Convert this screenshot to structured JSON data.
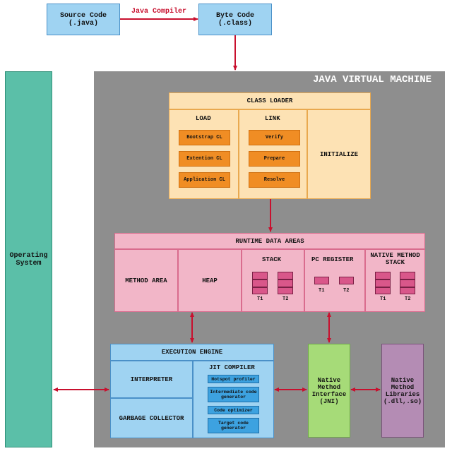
{
  "source_code": "Source Code\n(.java)",
  "compiler": "Java Compiler",
  "byte_code": "Byte Code\n(.class)",
  "jvm_title": "JAVA VIRTUAL MACHINE",
  "os": "Operating\nSystem",
  "class_loader": {
    "title": "CLASS LOADER",
    "load": "LOAD",
    "link": "LINK",
    "initialize": "INITIALIZE",
    "load_items": [
      "Bootstrap CL",
      "Extention CL",
      "Application CL"
    ],
    "link_items": [
      "Verify",
      "Prepare",
      "Resolve"
    ]
  },
  "runtime": {
    "title": "RUNTIME DATA AREAS",
    "method_area": "METHOD AREA",
    "heap": "HEAP",
    "stack": "STACK",
    "pc_register": "PC REGISTER",
    "native_stack": "NATIVE METHOD\nSTACK",
    "t1": "T1",
    "t2": "T2"
  },
  "engine": {
    "title": "EXECUTION ENGINE",
    "interpreter": "INTERPRETER",
    "gc": "GARBAGE COLLECTOR",
    "jit": "JIT COMPILER",
    "jit_items": [
      "Hotspot profiler",
      "Intermediate code\ngenerator",
      "Code optimizer",
      "Target code\ngenerator"
    ]
  },
  "jni": "Native\nMethod\nInterface\n(JNI)",
  "native_libs": "Native\nMethod\nLibraries\n(.dll,.so)",
  "colors": {
    "arrow": "#c8102e",
    "jvm_bg": "#8e8e8e",
    "os": "#5bbfa8",
    "jni": "#a6db78",
    "libs": "#b48cb4"
  }
}
